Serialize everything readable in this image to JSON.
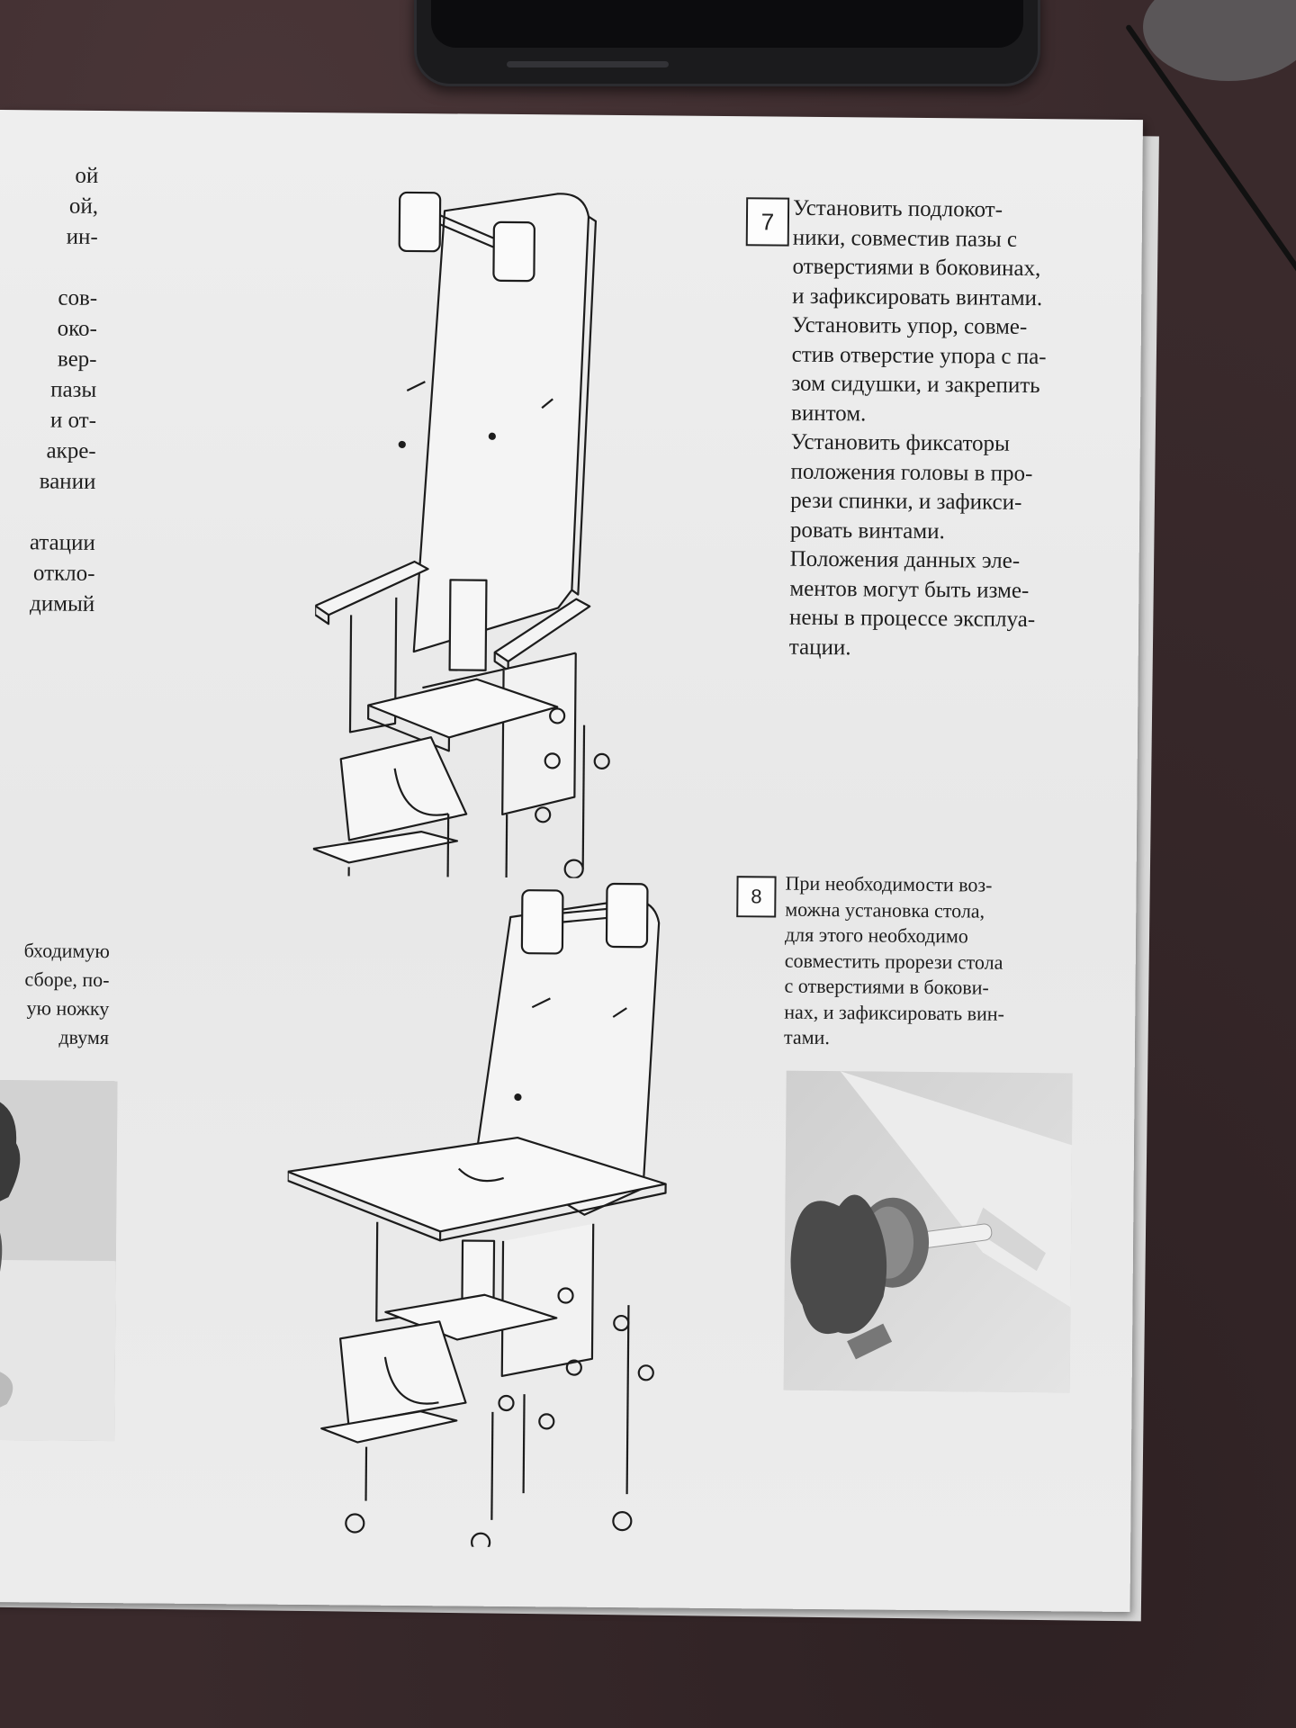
{
  "left_column_top": "ой\nой,\nин-\n\nсов-\nоко-\nвер-\nпазы\nи от-\nакре-\nвании\n\nатации\nоткло-\nдимый",
  "left_column_bottom": "бходимую\nсборе, по-\nую ножку\nдвумя",
  "steps": [
    {
      "number": "7",
      "text": "Установить подлокот-\nники, совместив пазы с\nотверстиями в боковинах,\nи зафиксировать винтами.\nУстановить упор, совме-\nстив отверстие упора с па-\nзом сидушки, и закрепить\nвинтом.\nУстановить фиксаторы\nположения головы в про-\nрези спинки, и зафикси-\nровать винтами.\nПоложения данных эле-\nментов могут быть изме-\nнены в процессе эксплуа-\nтации."
    },
    {
      "number": "8",
      "text": "При необходимости воз-\nможна установка стола,\nдля этого необходимо\nсовместить прорези стола\nс отверстиями в бокови-\nнах, и зафиксировать вин-\nтами."
    }
  ],
  "icons": {
    "chair_with_armrests": "chair-armrests-illustration",
    "chair_with_table": "chair-table-illustration",
    "screw_photo": "knob-screw-photo",
    "left_photo": "knob-photo-partial"
  }
}
